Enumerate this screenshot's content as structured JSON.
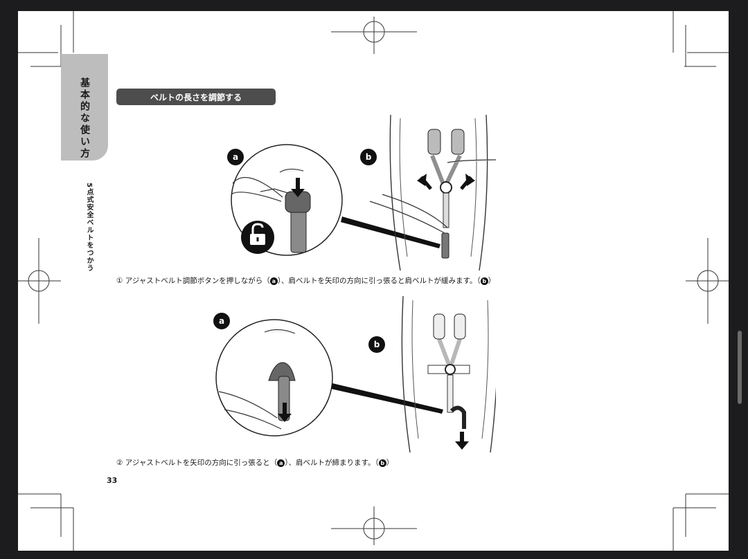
{
  "side_tab": {
    "label": "基本的な使い方"
  },
  "subsection": {
    "label": "5点式安全ベルトをつかう"
  },
  "header": {
    "title": "ベルトの長さを調節する"
  },
  "steps": [
    {
      "caption_pre": "① アジャストベルト調節ボタンを押しながら（",
      "badge_a": "a",
      "caption_mid": "）、肩ベルトを矢印の方向に引っ張ると肩ベルトが緩みます。（",
      "badge_b": "b",
      "caption_post": "）"
    },
    {
      "caption_pre": "② アジャストベルトを矢印の方向に引っ張ると（",
      "badge_a": "a",
      "caption_mid": "）、肩ベルトが締まります。（",
      "badge_b": "b",
      "caption_post": "）"
    }
  ],
  "figure_labels": {
    "a": "a",
    "b": "b"
  },
  "page_number": "33",
  "icons": [
    "unlock-icon",
    "arrow-down-icon"
  ],
  "colors": {
    "background": "#1c1c1e",
    "page": "#ffffff",
    "tab": "#bdbdbd",
    "pill": "#4d4d4d"
  }
}
